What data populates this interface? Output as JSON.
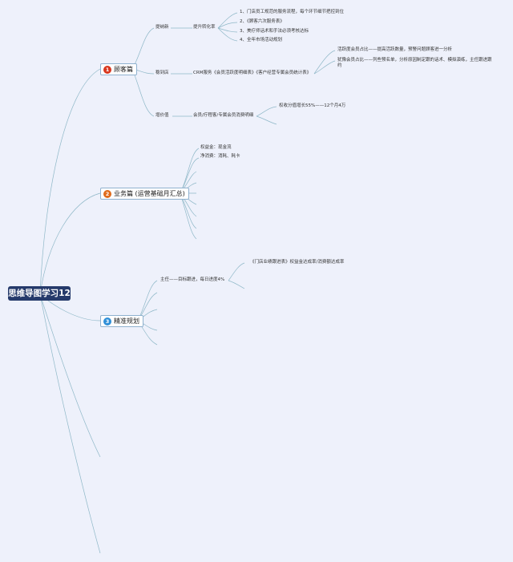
{
  "title": "思维导图学习12",
  "branches": [
    {
      "num": "1",
      "label": "顾客篇",
      "color": "#d8361e"
    },
    {
      "num": "2",
      "label": "业务篇 (运营基础月汇总)",
      "color": "#e06a1a"
    },
    {
      "num": "3",
      "label": "精准规划",
      "color": "#2f8fd8"
    }
  ],
  "b1": {
    "c1": {
      "label": "提纳新",
      "child": "提升转化率",
      "items": [
        "1、门店员工规范的服务流程，每个环节细节把控到位",
        "2、《顾客六次服务表》",
        "3、美疗师话术和手法必须考核达标",
        "4、全年市场活动规划"
      ]
    },
    "c2": {
      "label": "稳到店",
      "child": "CRM服务《会员活跃度明细表》《客户经营专属会员统计表》",
      "items": [
        "活跃度会员占比——提高活跃数量，预警问题顾客进一分析",
        "犹豫会员占比——列些预名单，分析原因制定跟的话术、模拟演练，主任跟进跟约"
      ]
    },
    "c3": {
      "label": "增价值",
      "child": "会员/疗程客/专属会员消费明细",
      "items": [
        "权收分值增长55%——12个月4万"
      ]
    }
  },
  "b2": {
    "items": [
      "权益金：现金流",
      "净消费：消耗、耗卡"
    ]
  },
  "b3": {
    "item": "主任——目标跟进，每日进度4%",
    "sub": "《门店业绩跟进表》权益金达成率/消费额达成率"
  }
}
